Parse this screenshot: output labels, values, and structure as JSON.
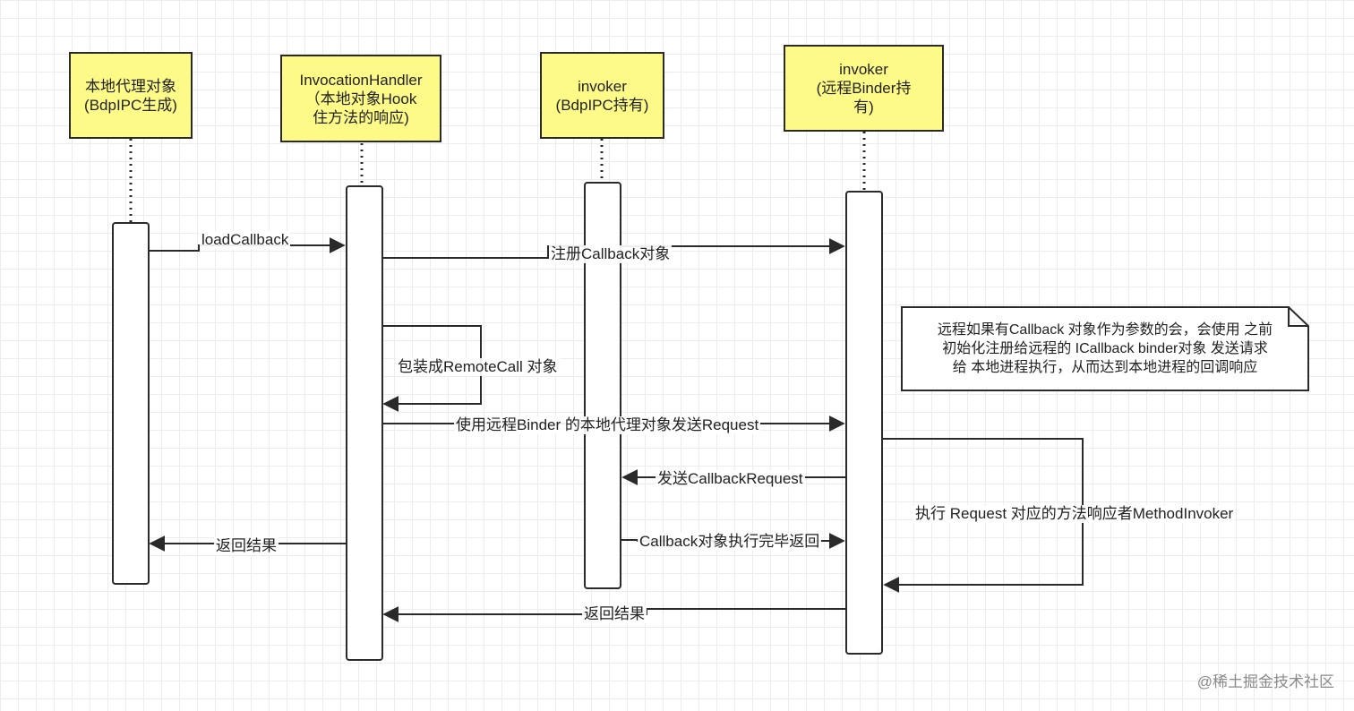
{
  "lifelines": [
    {
      "id": "proxy",
      "header": "本地代理对象\n(BdpIPC生成)"
    },
    {
      "id": "handler",
      "header": "InvocationHandler\n（本地对象Hook\n住方法的响应)"
    },
    {
      "id": "invoker-local",
      "header": "invoker\n(BdpIPC持有)"
    },
    {
      "id": "invoker-remote",
      "header": "invoker\n(远程Binder持\n有)"
    }
  ],
  "messages": {
    "load_callback": "loadCallback",
    "register_callback": "注册Callback对象",
    "wrap_remote_call": "包装成RemoteCall 对象",
    "send_request": "使用远程Binder 的本地代理对象发送Request",
    "send_callback_request": "发送CallbackRequest",
    "callback_return": "Callback对象执行完毕返回",
    "return_result_1": "返回结果",
    "return_result_2": "返回结果",
    "execute_request": "执行 Request 对应的方法响应者MethodInvoker"
  },
  "note": "远程如果有Callback 对象作为参数的会，会使用 之前\n初始化注册给远程的 ICallback binder对象 发送请求\n给 本地进程执行，从而达到本地进程的回调响应",
  "watermark": "@稀土掘金技术社区",
  "colors": {
    "header_fill": "#fdfa87",
    "stroke": "#2a2a2a"
  }
}
